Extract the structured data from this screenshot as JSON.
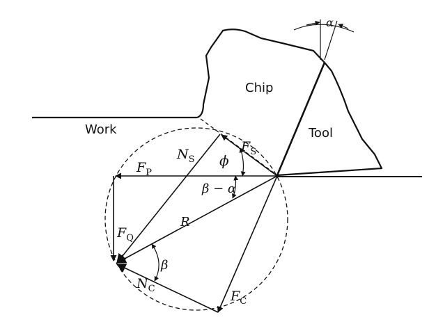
{
  "labels": {
    "work": "Work",
    "chip": "Chip",
    "tool": "Tool",
    "alpha": "α",
    "phi": "ϕ",
    "beta_minus_alpha": "β − α",
    "beta": "β",
    "r": "R",
    "fp_main": "F",
    "fp_sub": "P",
    "fq_main": "F",
    "fq_sub": "Q",
    "fs_main": "F",
    "fs_sub": "S",
    "fc_main": "F",
    "fc_sub": "C",
    "ns_main": "N",
    "ns_sub": "S",
    "nc_main": "N",
    "nc_sub": "C"
  }
}
